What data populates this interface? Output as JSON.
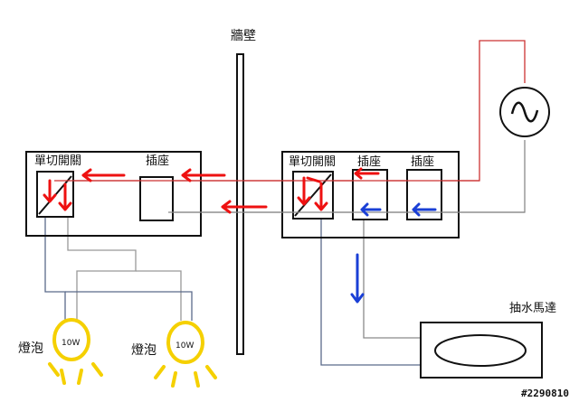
{
  "labels": {
    "wall": "牆壁",
    "left_switch": "單切開關",
    "left_socket": "插座",
    "right_switch": "單切開關",
    "right_socket_1": "插座",
    "right_socket_2": "插座",
    "pump": "抽水馬達",
    "bulb_label_1": "燈泡",
    "bulb_label_2": "燈泡",
    "bulb_power_1": "10W",
    "bulb_power_2": "10W"
  },
  "watermark": "#2290810",
  "colors": {
    "live_wire": "#cc3333",
    "neutral_wire": "#8a8a8a",
    "return_wire": "#5a6a8a",
    "red_arrow": "#ee1111",
    "blue_arrow": "#1a3fd6",
    "bulb": "#f5d000"
  }
}
